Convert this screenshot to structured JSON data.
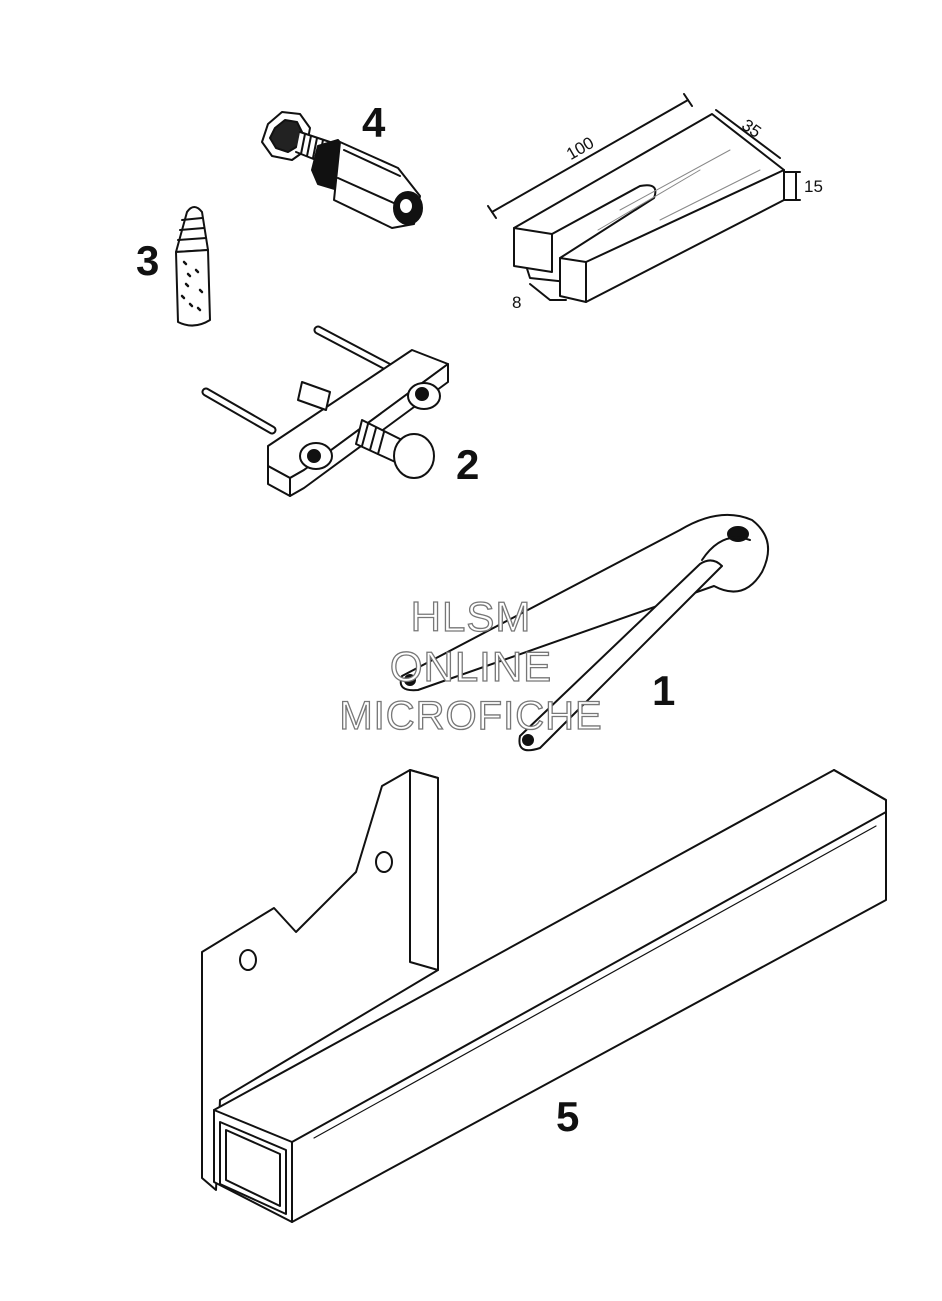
{
  "callouts": {
    "tool_1": "1",
    "tool_2": "2",
    "tool_3": "3",
    "tool_4": "4",
    "tool_5": "5"
  },
  "dimensions": {
    "length": "100",
    "width": "35",
    "height": "15",
    "slot": "8"
  },
  "watermark": {
    "line1": "HLSM",
    "line2": "ONLINE",
    "line3": "MICROFICHE"
  },
  "colors": {
    "ink": "#111111",
    "background": "#ffffff",
    "watermark_outline": "#777777"
  }
}
